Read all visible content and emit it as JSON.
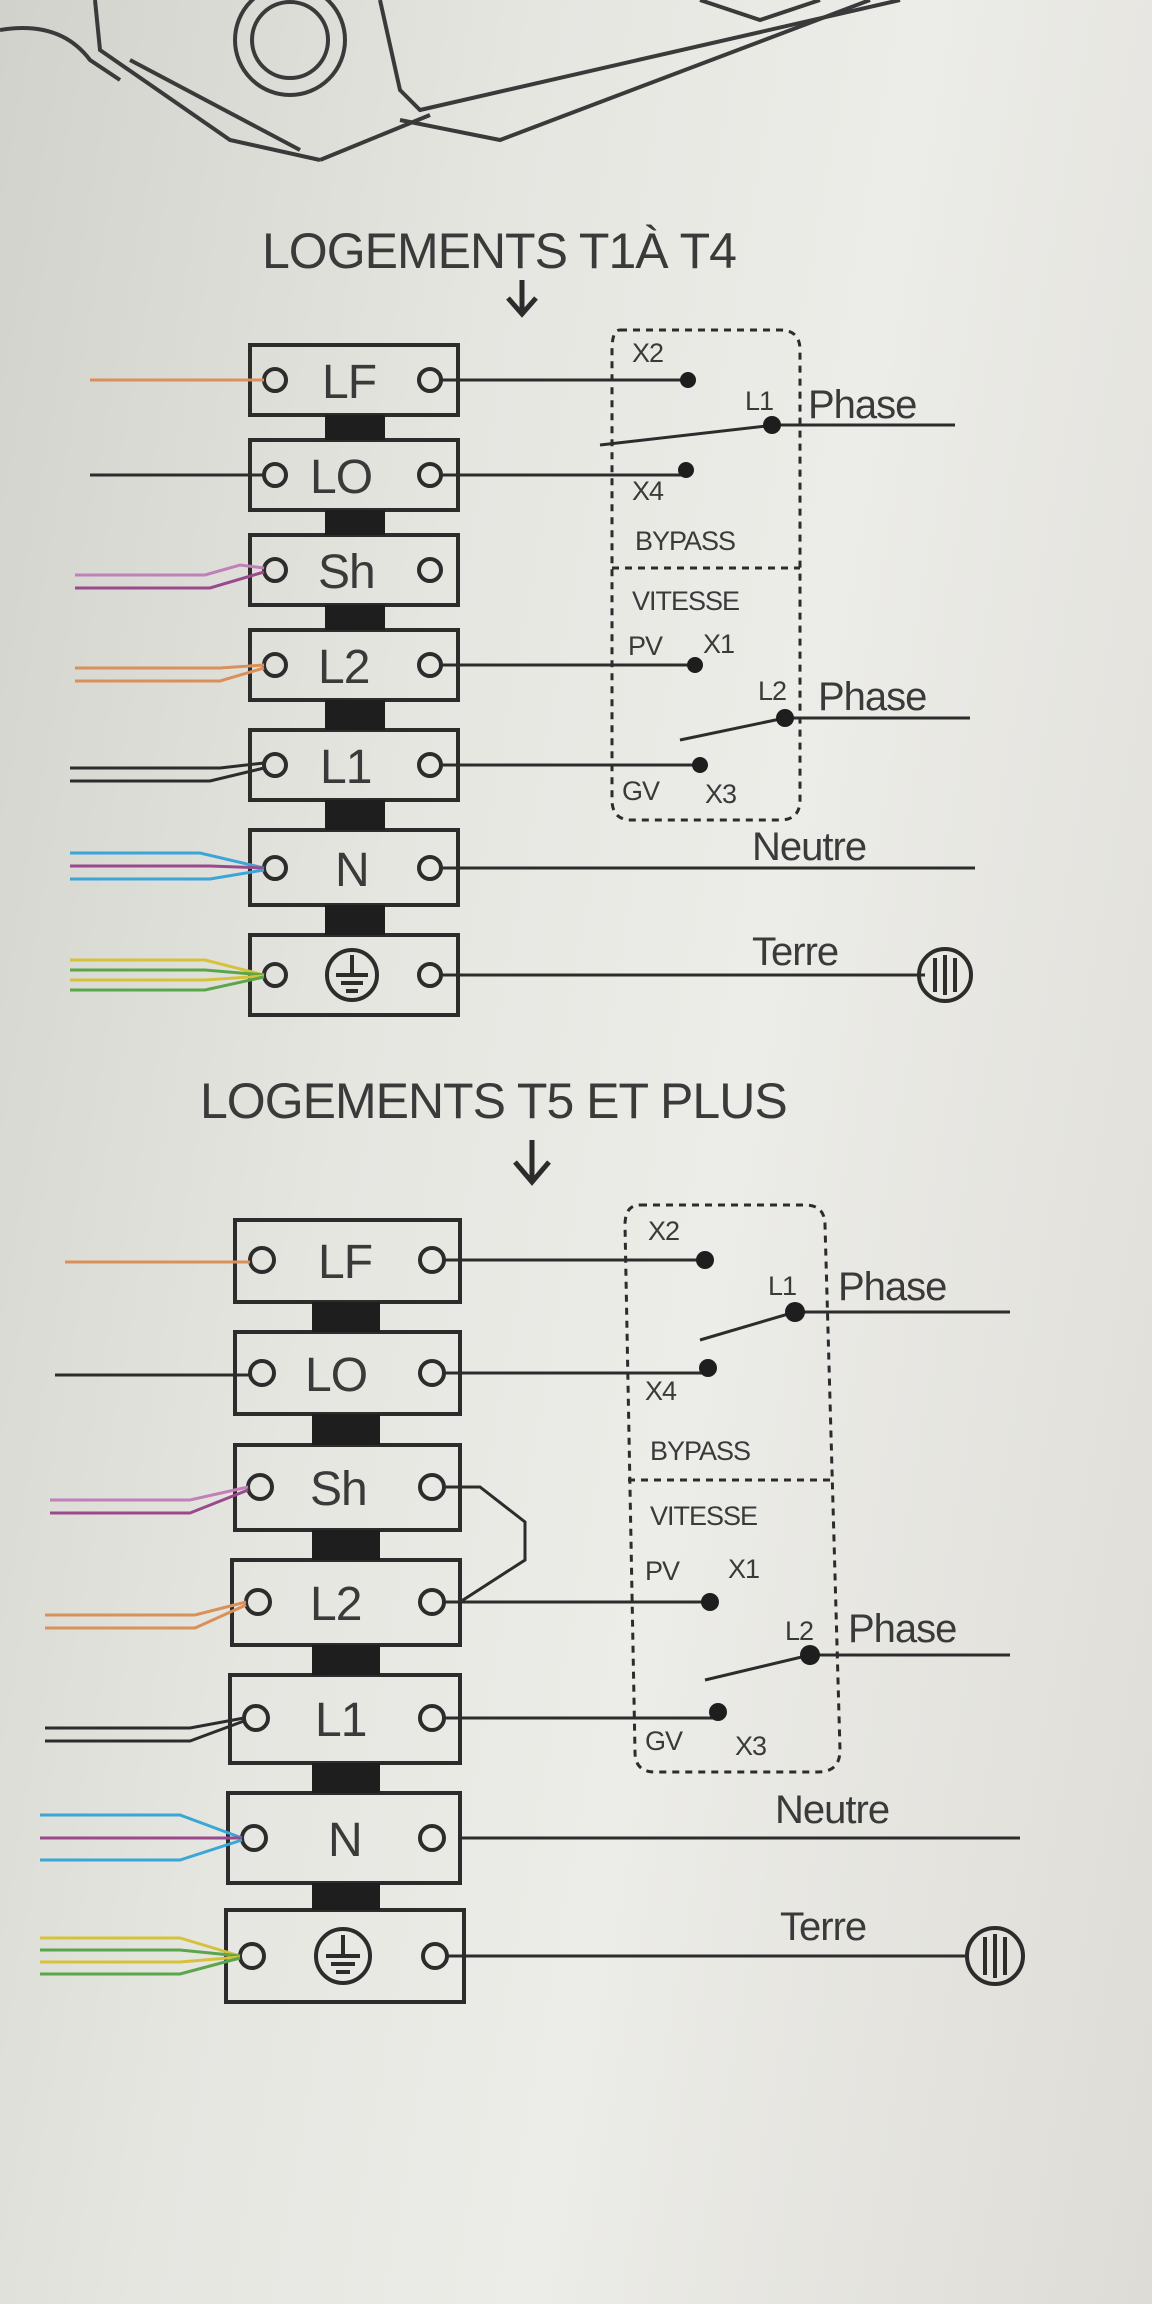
{
  "section_1": {
    "title": "LOGEMENTS T1À T4",
    "terminals": [
      "LF",
      "LO",
      "Sh",
      "L2",
      "L1",
      "N"
    ],
    "switch_labels": {
      "x2": "X2",
      "x4": "X4",
      "bypass": "BYPASS",
      "vitesse": "VITESSE",
      "pv": "PV",
      "x1": "X1",
      "gv": "GV",
      "x3": "X3",
      "l1": "L1",
      "l2": "L2"
    },
    "outputs": {
      "phase_1": "Phase",
      "phase_2": "Phase",
      "neutre": "Neutre",
      "terre": "Terre"
    }
  },
  "section_2": {
    "title": "LOGEMENTS T5 ET PLUS",
    "terminals": [
      "LF",
      "LO",
      "Sh",
      "L2",
      "L1",
      "N"
    ],
    "switch_labels": {
      "x2": "X2",
      "x4": "X4",
      "bypass": "BYPASS",
      "vitesse": "VITESSE",
      "pv": "PV",
      "x1": "X1",
      "gv": "GV",
      "x3": "X3",
      "l1": "L1",
      "l2": "L2"
    },
    "outputs": {
      "phase_1": "Phase",
      "phase_2": "Phase",
      "neutre": "Neutre",
      "terre": "Terre"
    }
  },
  "colors": {
    "line": "#2c2c2c",
    "orange_wire": "#d9905a",
    "purple_wire": "#9a4a8c",
    "blue_wire": "#3aa6d6",
    "yellow_wire": "#d6c23a",
    "green_wire": "#5aa64a"
  }
}
